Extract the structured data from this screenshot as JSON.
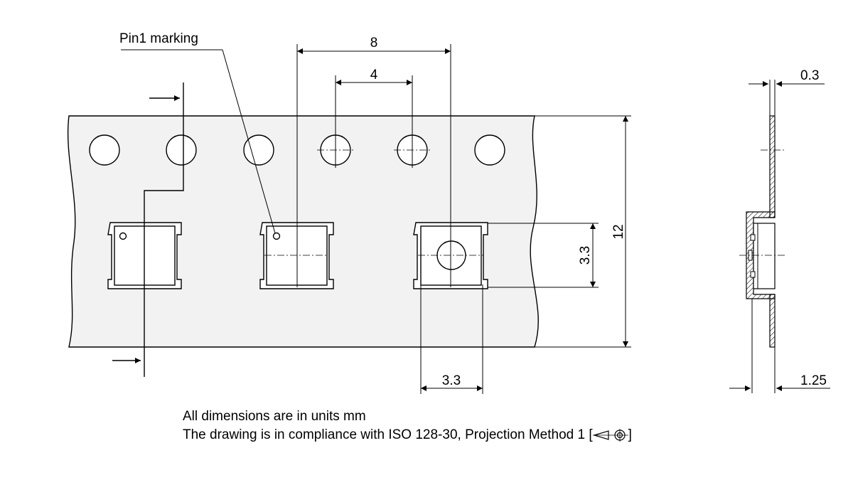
{
  "labels": {
    "pin1": "Pin1 marking",
    "pitch_pocket": "8",
    "pitch_hole": "4",
    "tape_width": "12",
    "pocket_height": "3.3",
    "pocket_width": "3.3",
    "tape_thickness": "0.3",
    "pocket_depth": "1.25"
  },
  "notes": {
    "units": "All dimensions are in units mm",
    "compliance_prefix": "The drawing is in compliance with ISO 128-30, Projection Method 1 [",
    "compliance_suffix": "]"
  },
  "icons": {
    "projection": "first-angle-projection-icon"
  }
}
